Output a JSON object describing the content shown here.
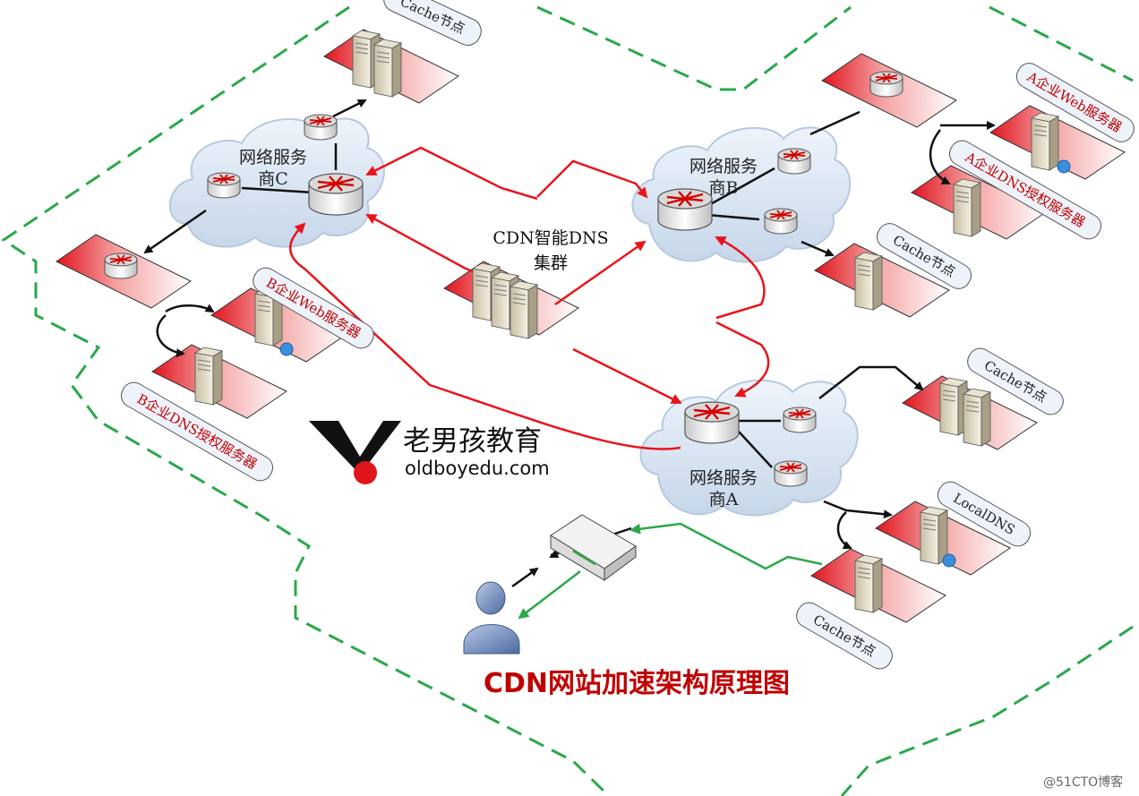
{
  "title": "CDN网站加速架构原理图",
  "brand": {
    "cn": "老男孩教育",
    "en": "oldboyedu.com"
  },
  "watermark": "@51CTO博客",
  "center": {
    "line1": "CDN智能DNS",
    "line2": "集群"
  },
  "isp_c": {
    "line1": "网络服务",
    "line2": "商C"
  },
  "isp_b": {
    "line1": "网络服务",
    "line2": "商B"
  },
  "isp_a": {
    "line1": "网络服务",
    "line2": "商A"
  },
  "tags": {
    "cache_c": "Cache节点",
    "cache_b": "Cache节点",
    "cache_a1": "Cache节点",
    "cache_a2": "Cache节点",
    "a_web": "A企业Web服务器",
    "a_dns": "A企业DNS授权服务器",
    "b_web": "B企业Web服务器",
    "b_dns": "B企业DNS授权服务器",
    "local_dns": "LocalDNS"
  },
  "colors": {
    "red_link": "#e8141b",
    "green_link": "#2aa84a",
    "dash": "#2aa84a",
    "title": "#c00000"
  }
}
